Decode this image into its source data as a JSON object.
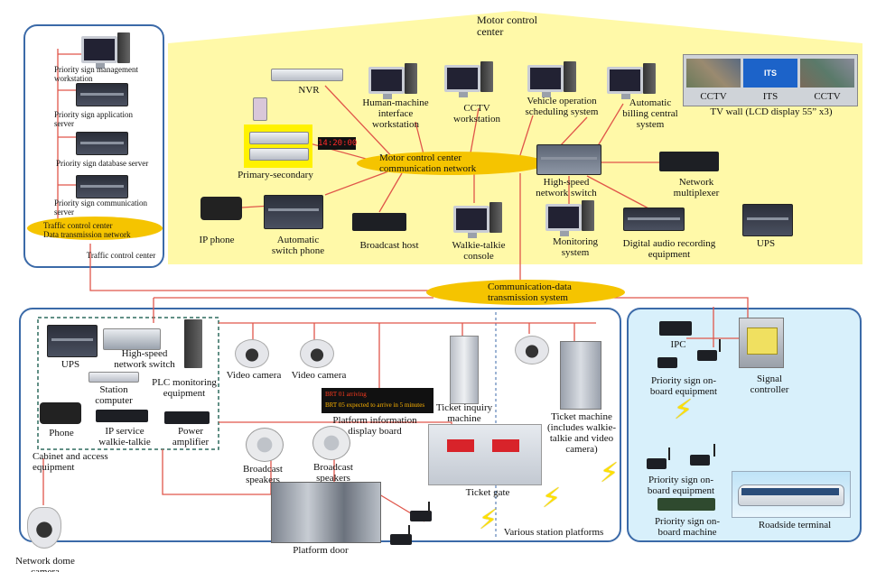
{
  "motor_control_center": {
    "title": "Motor control\ncenter",
    "network_label": "Motor control center\ncommunication network",
    "devices": {
      "nvr": "NVR",
      "hmi": "Human-machine\ninterface\nworkstation",
      "cctv_ws": "CCTV\nworkstation",
      "vehicle_sched": "Vehicle operation\nscheduling system",
      "billing": "Automatic\nbilling central\nsystem",
      "primary_secondary": "Primary-secondary",
      "clock_display": "14:20:00",
      "switch": "High-speed\nnetwork switch",
      "multiplexer": "Network\nmultiplexer",
      "ip_phone": "IP phone",
      "auto_switch_phone": "Automatic\nswitch phone",
      "broadcast_host": "Broadcast host",
      "walkie_console": "Walkie-talkie\nconsole",
      "monitoring": "Monitoring\nsystem",
      "digital_audio": "Digital audio recording\nequipment",
      "ups": "UPS"
    },
    "tv_wall": {
      "caption": "TV wall (LCD display 55” x3)",
      "panels": [
        "CCTV",
        "ITS",
        "CCTV"
      ],
      "center_tile": "ITS"
    }
  },
  "traffic_control_center": {
    "devices": {
      "psm_ws": "Priority sign management\nworkstation",
      "psa_server": "Priority sign application\nserver",
      "psd_server": "Priority sign database server",
      "psc_server": "Priority sign communication\nserver"
    },
    "network_label": "Traffic control center\nData transmission network",
    "footer": "Traffic control center"
  },
  "comm_network": "Communication-data\ntransmission system",
  "station": {
    "cabinet": {
      "ups": "UPS",
      "switch": "High-speed\nnetwork switch",
      "station_computer": "Station\ncomputer",
      "plc": "PLC monitoring\nequipment",
      "phone": "Phone",
      "ip_walkie": "IP service\nwalkie-talkie",
      "power_amp": "Power\namplifier",
      "caption": "Cabinet and access\nequipment"
    },
    "video_camera_1": "Video camera",
    "video_camera_2": "Video camera",
    "pids": {
      "line1": "BRT 01 arriving",
      "line2": "BRT 05 expected to arrive in 5 minutes",
      "caption": "Platform information\ndisplay board"
    },
    "ticket_inquiry": "Ticket inquiry\nmachine",
    "ticket_machine": "Ticket machine\n(includes walkie-\ntalkie and video\ncamera)",
    "broadcast_1": "Broadcast\nspeakers",
    "broadcast_2": "Broadcast\nspeakers",
    "ticket_gate": "Ticket gate",
    "platform_door": "Platform door",
    "platforms": "Various station platforms",
    "dome_camera": "Network dome camera"
  },
  "roadside": {
    "ipc": "IPC",
    "onboard_eq_top": "Priority sign on-\nboard equipment",
    "signal_controller": "Signal\ncontroller",
    "onboard_eq_bottom": "Priority sign on-\nboard equipment",
    "onboard_machine": "Priority sign on-\nboard machine",
    "terminal": "Roadside terminal"
  },
  "colors": {
    "mcc_background": "#fff9a8",
    "network_ellipse": "#f5c400",
    "link_line": "#e0564a",
    "zone_border": "#3b6aa8",
    "roadside_background": "#d8f0fb"
  }
}
